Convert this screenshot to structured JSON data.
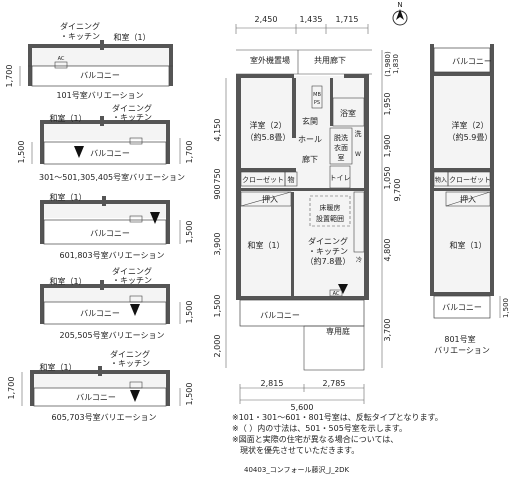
{
  "variations": [
    {
      "caption": "101号室バリエーション",
      "rooms": [
        "ダイニング",
        "・キッチン",
        "和室（1）",
        "バルコニー"
      ],
      "dims": [
        "1,700"
      ]
    },
    {
      "caption": "301～501,305,405号室バリエーション",
      "rooms": [
        "ダイニング",
        "・キッチン",
        "和室（1）",
        "バルコニー"
      ],
      "dims": [
        "1,500",
        "1,700"
      ]
    },
    {
      "caption": "601,803号室バリエーション",
      "rooms": [
        "和室（1）",
        "バルコニー"
      ],
      "dims": [
        "1,500"
      ]
    },
    {
      "caption": "205,505号室バリエーション",
      "rooms": [
        "ダイニング",
        "・キッチン",
        "和室（1）",
        "バルコニー"
      ],
      "dims": [
        "1,500"
      ]
    },
    {
      "caption": "605,703号室バリエーション",
      "rooms": [
        "ダイニング",
        "・キッチン",
        "和室（1）",
        "バルコニー"
      ],
      "dims": [
        "1,700",
        "1,500"
      ]
    }
  ],
  "variation_tags": [
    "AC",
    "AC"
  ],
  "main_plan": {
    "top_dims": [
      "2,450",
      "1,435",
      "1,715"
    ],
    "bottom_dims": [
      "2,815",
      "2,785",
      "5,600"
    ],
    "left_dims": [
      "4,150",
      "900",
      "750",
      "3,900",
      "1,500",
      "2,000"
    ],
    "right_dims": [
      "(1,980)",
      "1,830",
      "1,950",
      "1,900",
      "1,050",
      "9,700",
      "4,800",
      "3,700"
    ],
    "labels": {
      "outdoor_unit": "室外機置場",
      "corridor": "共用廊下",
      "western_room": "洋室（2）",
      "western_area": "（約5.8畳）",
      "entrance": "玄関",
      "bath": "浴室",
      "hall": "ホール",
      "dressing_1": "脱洗",
      "dressing_2": "衣面",
      "dressing_3": "室",
      "toilet_wash": "洗",
      "hallway": "廊下",
      "closet": "クローゼット",
      "storage_small": "物",
      "wc": "トイレ",
      "floor_heat_1": "床暖房",
      "floor_heat_2": "設置範囲",
      "oshiire": "押入",
      "japanese_room": "和室（1）",
      "dining_1": "ダイニング",
      "dining_2": "・キッチン",
      "dining_area": "（約7.8畳）",
      "balcony": "バルコニー",
      "private_garden": "専用庭",
      "ac": "AC",
      "mb": "MB",
      "ps": "PS",
      "wm": "W",
      "fridge": "冷"
    }
  },
  "room_801": {
    "caption_1": "801号室",
    "caption_2": "バリエーション",
    "balcony_top": "バルコニー",
    "western_room": "洋室（2）",
    "western_area": "（約5.9畳）",
    "storage_small": "物入",
    "closet": "クローゼット",
    "oshiire": "押入",
    "japanese_room": "和室（1）",
    "balcony_bottom": "バルコニー",
    "dim": "1,500"
  },
  "compass": "N",
  "notes": [
    "※101・301～601・801号室は、反転タイプとなります。",
    "※（ ）内の寸法は、501・505号室を示します。",
    "※図面と実際の住宅が異なる場合については、",
    "　現状を優先させていただきます。"
  ],
  "plan_code": "40403_コンフォール藤沢_J_2DK"
}
